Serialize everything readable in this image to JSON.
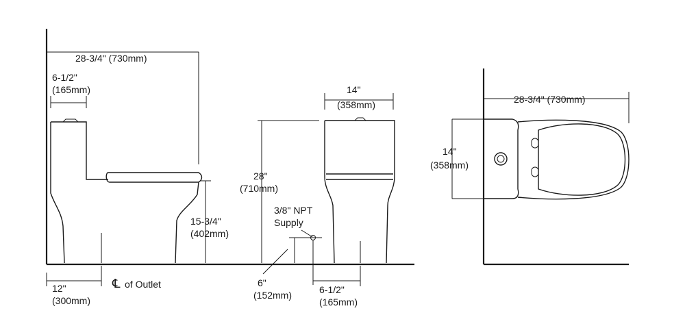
{
  "side_view": {
    "overall_depth": "28-3/4\" (730mm)",
    "tank_depth_in": "6-1/2\"",
    "tank_depth_mm": "(165mm)",
    "rim_height_in": "15-3/4\"",
    "rim_height_mm": "(402mm)",
    "rough_in_in": "12\"",
    "rough_in_mm": "(300mm)",
    "outlet_label": "of Outlet",
    "centerline_symbol": "℄"
  },
  "front_view": {
    "width_in": "14\"",
    "width_mm": "(358mm)",
    "height_in": "28\"",
    "height_mm": "(710mm)",
    "supply_line1": "3/8\" NPT",
    "supply_line2": "Supply",
    "supply_height_in": "6\"",
    "supply_height_mm": "(152mm)",
    "supply_offset_in": "6-1/2\"",
    "supply_offset_mm": "(165mm)"
  },
  "top_view": {
    "overall_depth": "28-3/4\" (730mm)",
    "width_in": "14\"",
    "width_mm": "(358mm)"
  }
}
